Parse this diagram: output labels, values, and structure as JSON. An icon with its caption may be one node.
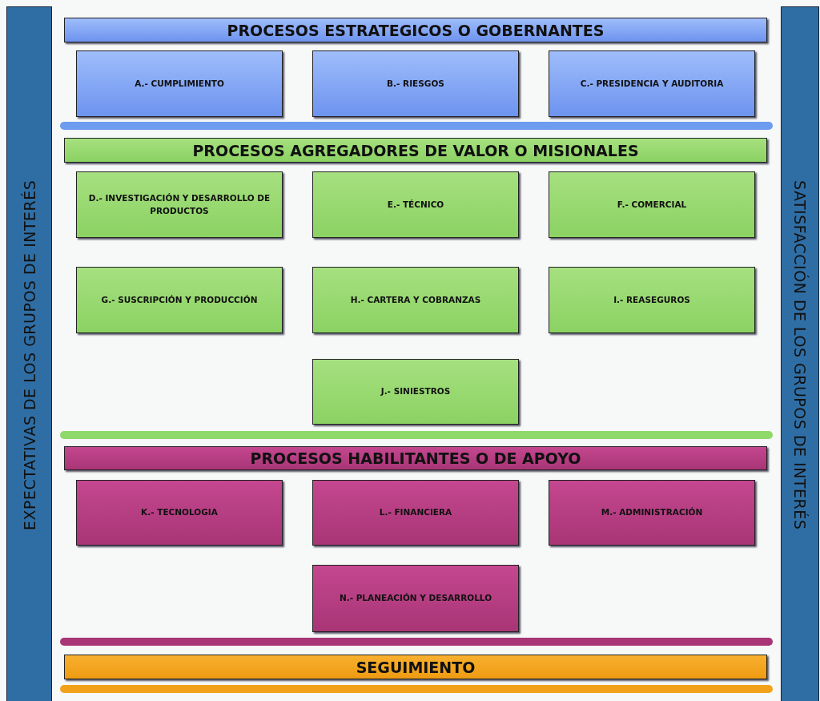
{
  "diagram": {
    "nodes": [
      {
        "text": [
          "EXPECTATIVAS DE LOS GRUPOS DE INTERÉS"
        ]
      },
      {
        "text": [
          "PROCESOS ESTRATEGICOS O GOBERNANTES"
        ]
      },
      {
        "text": [
          "A.- CUMPLIMIENTO"
        ]
      },
      {
        "text": [
          "B.- RIESGOS"
        ]
      },
      {
        "text": [
          "C.- PRESIDENCIA Y AUDITORIA"
        ]
      },
      {
        "text": [
          "PROCESOS AGREGADORES DE VALOR O MISIONALES"
        ]
      },
      {
        "text": [
          "D.- INVESTIGACIÓN Y DESARROLLO DE PRODUCTOS"
        ]
      },
      {
        "text": [
          "E.- TÉCNICO"
        ]
      },
      {
        "text": [
          "F.- COMERCIAL"
        ]
      },
      {
        "text": [
          "G.- SUSCRIPCIÓN Y PRODUCCIÓN"
        ]
      },
      {
        "text": [
          "H.- CARTERA Y COBRANZAS"
        ]
      },
      {
        "text": [
          "I.- REASEGUROS"
        ]
      },
      {
        "text": [
          "J.- SINIESTROS"
        ]
      },
      {
        "text": [
          "PROCESOS HABILITANTES O DE APOYO"
        ]
      },
      {
        "text": [
          "K.- TECNOLOGIA"
        ]
      },
      {
        "text": [
          "L.- FINANCIERA"
        ]
      },
      {
        "text": [
          "M.- ADMINISTRACIÓN"
        ]
      },
      {
        "text": [
          "N.- PLANEACIÓN Y DESARROLLO"
        ]
      },
      {
        "text": [
          "SEGUIMIENTO"
        ]
      },
      {
        "text": [
          "SATISFACCIÓN DE LOS GRUPOS DE INTERÉS"
        ]
      }
    ],
    "edges": []
  }
}
